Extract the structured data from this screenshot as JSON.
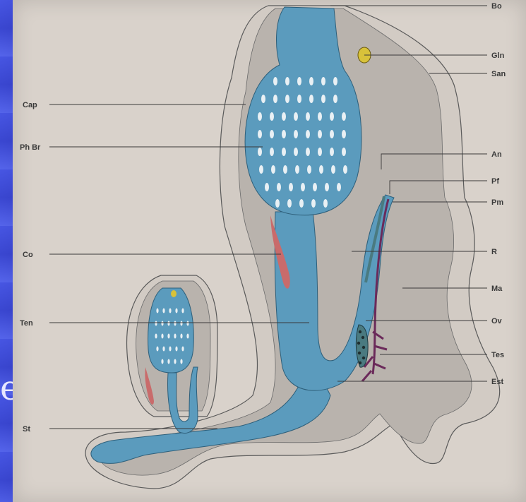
{
  "slide": {
    "partial_text": "e"
  },
  "labels_right": {
    "bo": "Bo",
    "gln": "Gln",
    "san": "San",
    "an": "An",
    "pf": "Pf",
    "pm": "Pm",
    "r": "R",
    "ma": "Ma",
    "ov": "Ov",
    "tes": "Tes",
    "est": "Est"
  },
  "labels_left": {
    "cap": "Cap",
    "phbr": "Ph Br",
    "co": "Co",
    "ten": "Ten",
    "st": "St"
  },
  "colors": {
    "tunic": "#cfc8c1",
    "body": "#b8b2ac",
    "organ": "#5b9bbd",
    "red": "#c96b6b",
    "gland": "#d8c23a",
    "purple": "#6b2a5a",
    "background": "#d9d2cb"
  }
}
